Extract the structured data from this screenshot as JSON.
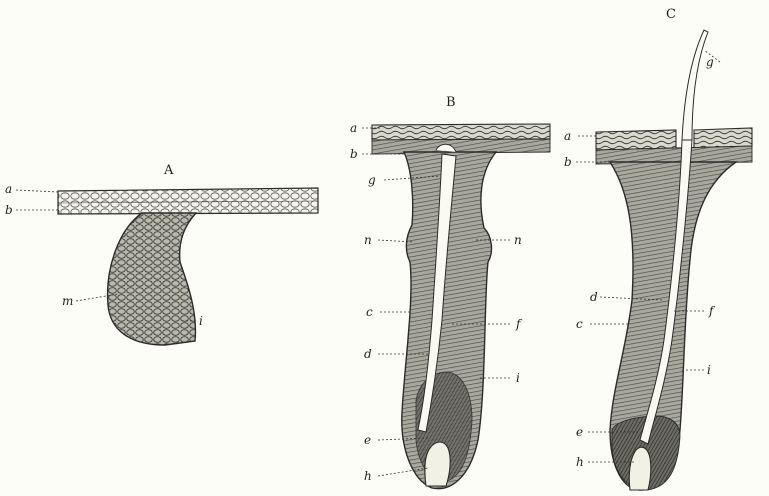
{
  "panels": {
    "A": {
      "title": "A",
      "labels": {
        "a": "a",
        "b": "b",
        "m": "m",
        "i": "i"
      }
    },
    "B": {
      "title": "B",
      "labels": {
        "a": "a",
        "b": "b",
        "g": "g",
        "n_left": "n",
        "n_right": "n",
        "c": "c",
        "f": "f",
        "d": "d",
        "i": "i",
        "e": "e",
        "h": "h"
      }
    },
    "C": {
      "title": "C",
      "labels": {
        "g": "g",
        "a": "a",
        "b": "b",
        "d": "d",
        "f": "f",
        "c": "c",
        "i": "i",
        "e": "e",
        "h": "h"
      }
    }
  },
  "colors": {
    "ink": "#2b2b2b",
    "shade": "#8a8a82",
    "dark": "#5e5e58",
    "paper": "#fdfdf8"
  }
}
